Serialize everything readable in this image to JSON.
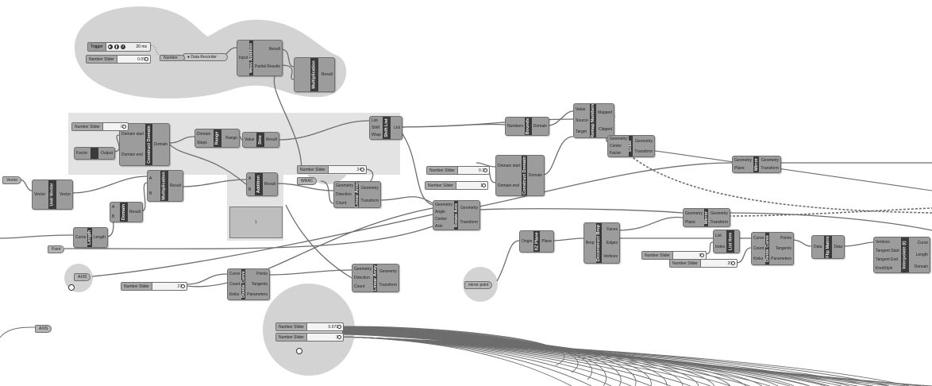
{
  "components": [
    {
      "id": "mass",
      "name": "Mass Addition",
      "inputs": [
        "Input"
      ],
      "outputs": [
        "Result",
        "Partial Results"
      ]
    },
    {
      "id": "mult_top",
      "name": "Multiplication",
      "inputs": [
        "",
        ""
      ],
      "outputs": [
        "Result"
      ]
    },
    {
      "id": "construct1",
      "name": "Construct Domain",
      "inputs": [
        "Domain start",
        "Domain end"
      ],
      "outputs": [
        "Domain"
      ]
    },
    {
      "id": "range",
      "name": "Range",
      "inputs": [
        "Domain",
        "Steps"
      ],
      "outputs": [
        "Range"
      ]
    },
    {
      "id": "sine",
      "name": "Sine",
      "inputs": [
        "Value"
      ],
      "outputs": [
        "Result"
      ]
    },
    {
      "id": "shift",
      "name": "Shift List",
      "inputs": [
        "List",
        "Shift",
        "Wrap"
      ],
      "outputs": [
        "List"
      ]
    },
    {
      "id": "factor",
      "name": "",
      "inputs": [
        "Factor"
      ],
      "outputs": [
        "Output"
      ]
    },
    {
      "id": "unitvec",
      "name": "Unit Vector",
      "inputs": [
        "Vector"
      ],
      "outputs": [
        "Vector"
      ]
    },
    {
      "id": "mult_mid",
      "name": "Multiplication",
      "inputs": [
        "A",
        "B"
      ],
      "outputs": [
        "Result"
      ]
    },
    {
      "id": "addition",
      "name": "Addition",
      "inputs": [
        "A",
        "B"
      ],
      "outputs": [
        "Result"
      ]
    },
    {
      "id": "lineararr1",
      "name": "Linear Array",
      "inputs": [
        "Geometry",
        "Direction",
        "Count"
      ],
      "outputs": [
        "Geometry",
        "Transform"
      ]
    },
    {
      "id": "length",
      "name": "Length",
      "inputs": [
        "Curve"
      ],
      "outputs": [
        "Length"
      ]
    },
    {
      "id": "domain_s",
      "name": "Domain",
      "inputs": [
        "A",
        "B"
      ],
      "outputs": [
        "Result"
      ]
    },
    {
      "id": "bounds",
      "name": "Bounds",
      "inputs": [
        "Numbers"
      ],
      "outputs": [
        "Domain"
      ]
    },
    {
      "id": "remap",
      "name": "Remap Numbers",
      "inputs": [
        "Value",
        "Source",
        "Target"
      ],
      "outputs": [
        "Mapped",
        "Clipped"
      ]
    },
    {
      "id": "scale",
      "name": "Scale",
      "inputs": [
        "Geometry",
        "Center",
        "Factor"
      ],
      "outputs": [
        "Geometry",
        "Transform"
      ]
    },
    {
      "id": "construct2",
      "name": "Construct Domain",
      "inputs": [
        "Domain start",
        "Domain end"
      ],
      "outputs": [
        "Domain"
      ]
    },
    {
      "id": "rotate",
      "name": "Rotate Axis",
      "inputs": [
        "Geometry",
        "Angle",
        "Center",
        "Axis"
      ],
      "outputs": [
        "Geometry",
        "Transform"
      ]
    },
    {
      "id": "mirror1",
      "name": "Mirror",
      "inputs": [
        "Geometry",
        "Plane"
      ],
      "outputs": [
        "Geometry",
        "Transform"
      ]
    },
    {
      "id": "mirror2",
      "name": "Mirror",
      "inputs": [
        "Geometry",
        "Plane"
      ],
      "outputs": [
        "Geometry",
        "Transform"
      ]
    },
    {
      "id": "xzplane",
      "name": "XZ Plane",
      "inputs": [
        "Origin"
      ],
      "outputs": [
        "Plane"
      ]
    },
    {
      "id": "deconbrep",
      "name": "Deconstruct Brep",
      "inputs": [
        "Brep"
      ],
      "outputs": [
        "Faces",
        "Edges",
        "Vertices"
      ]
    },
    {
      "id": "listitem",
      "name": "List Item",
      "inputs": [
        "List",
        "Index"
      ],
      "outputs": [
        ""
      ]
    },
    {
      "id": "divide1",
      "name": "Divide Curve",
      "inputs": [
        "Curve",
        "Count",
        "Kinks"
      ],
      "outputs": [
        "Points",
        "Tangents",
        "Parameters"
      ]
    },
    {
      "id": "flip",
      "name": "Flip Matrix",
      "inputs": [
        "Data"
      ],
      "outputs": [
        "Data"
      ]
    },
    {
      "id": "interp",
      "name": "Interpolate (t)",
      "inputs": [
        "Vertices",
        "Tangent Start",
        "Tangent End",
        "KnotStyle"
      ],
      "outputs": [
        "Curve",
        "Length",
        "Domain"
      ]
    },
    {
      "id": "divide2",
      "name": "Divide Curve",
      "inputs": [
        "Curve",
        "Count",
        "Kinks"
      ],
      "outputs": [
        "Points",
        "Tangents",
        "Parameters"
      ]
    },
    {
      "id": "lineararr2",
      "name": "Linear Array",
      "inputs": [
        "Geometry",
        "Direction",
        "Count"
      ],
      "outputs": [
        "Geometry",
        "Transform"
      ]
    }
  ],
  "sliders": [
    {
      "id": "s_topleft",
      "label": "Number Slider",
      "value": "0.09"
    },
    {
      "id": "s_zero",
      "label": "Number Slider",
      "value": "0"
    },
    {
      "id": "s_24",
      "label": "Number Slider",
      "value": "24"
    },
    {
      "id": "s_03",
      "label": "Number Slider",
      "value": "0.3"
    },
    {
      "id": "s_1",
      "label": "Number Slider",
      "value": "1"
    },
    {
      "id": "s_7",
      "label": "Number Slider",
      "value": "7"
    },
    {
      "id": "s_20",
      "label": "Number Slider",
      "value": "20"
    },
    {
      "id": "s_27",
      "label": "Number Slider",
      "value": "27"
    },
    {
      "id": "s_0979",
      "label": "Number Slider",
      "value": "0.979"
    },
    {
      "id": "s_3",
      "label": "Number Slider",
      "value": "3"
    }
  ],
  "params": [
    {
      "id": "p_vector",
      "label": "Vector"
    },
    {
      "id": "p_point",
      "label": "Point"
    },
    {
      "id": "p_axis1",
      "label": "AXIS"
    },
    {
      "id": "p_axis2",
      "label": "AXIS"
    },
    {
      "id": "p_mirror",
      "label": "mirror point"
    },
    {
      "id": "p_wrac",
      "label": "WRAC"
    },
    {
      "id": "p_number",
      "label": "Number"
    }
  ],
  "timer": {
    "label": "Trigger",
    "interval": "20 ms"
  },
  "recorder": {
    "label": "Data Recorder"
  },
  "panel": {
    "text": "1"
  },
  "colors": {
    "canvas": "#ffffff",
    "blob": "#d3d3d3",
    "group": "#e3e3e3",
    "component": "#9c9c9c",
    "wire": "#6d6d6d"
  }
}
